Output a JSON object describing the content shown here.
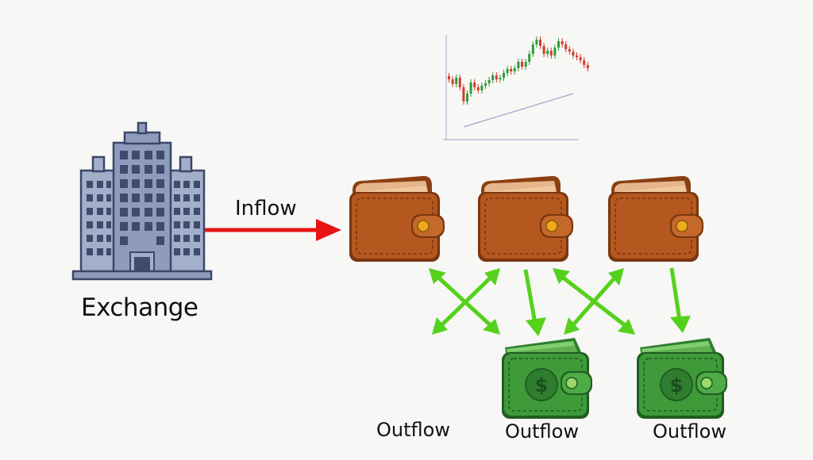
{
  "labels": {
    "exchange": "Exchange",
    "inflow": "Inflow",
    "outflow_1": "Outflow",
    "outflow_2": "Outflow",
    "outflow_3": "Outflow"
  },
  "colors": {
    "background": "#f7f7f5",
    "inflow_arrow": "#e81414",
    "flow_arrows": "#55d11c",
    "brown_wallet": "#b5581f",
    "green_wallet": "#3f9a3a",
    "building": "#8e9bbd",
    "candle_up": "#2e9b3a",
    "candle_down": "#d83a2e"
  },
  "icons": {
    "exchange": "office-building-icon",
    "wallet": "brown-wallet-icon",
    "cash_wallet": "green-cash-wallet-icon",
    "chart": "candlestick-chart-icon"
  }
}
